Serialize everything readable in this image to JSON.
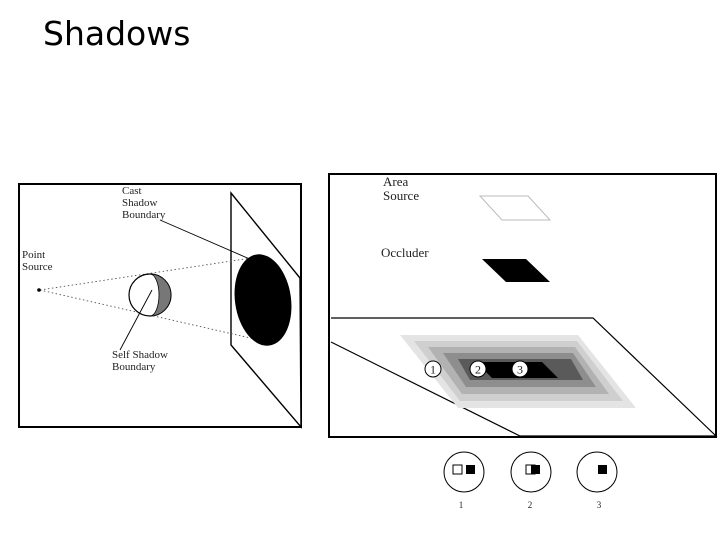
{
  "slide": {
    "title": "Shadows"
  },
  "left_panel": {
    "point_source_label": [
      "Point",
      "Source"
    ],
    "cast_shadow_label": [
      "Cast",
      "Shadow",
      "Boundary"
    ],
    "self_shadow_label": [
      "Self Shadow",
      "Boundary"
    ]
  },
  "right_panel": {
    "area_source_label": [
      "Area",
      "Source"
    ],
    "occluder_label": "Occluder",
    "region_numbers": [
      "1",
      "2",
      "3"
    ]
  },
  "bottom_row": {
    "view_numbers": [
      "1",
      "2",
      "3"
    ]
  }
}
